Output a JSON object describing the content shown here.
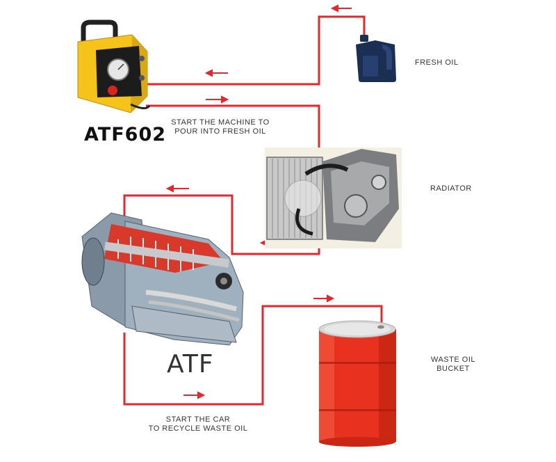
{
  "machine": {
    "model": "ATF602"
  },
  "transmission": {
    "label": "ATF"
  },
  "steps": {
    "fresh_oil": "FRESH OIL",
    "start_machine": "START  THE MACHINE TO\nPOUR INTO FRESH OIL",
    "radiator": "RADIATOR",
    "waste_oil_bucket": "WASTE OIL\nBUCKET",
    "start_car": "START  THE CAR\nTO RECYCLE WASTE OIL"
  },
  "colors": {
    "flow_line": "#e5262c",
    "machine_yellow": "#f6c31a",
    "barrel_red": "#e8321f",
    "oil_bottle": "#1b2f55"
  }
}
